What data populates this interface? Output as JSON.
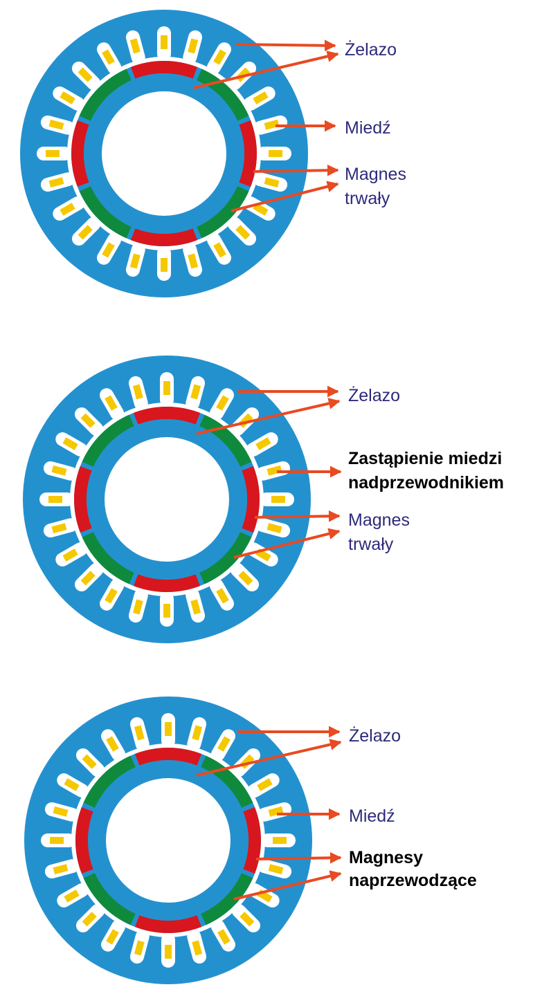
{
  "colors": {
    "iron": "#2491cf",
    "magnet_red": "#d8161e",
    "magnet_green": "#0f8a3c",
    "copper": "#f5c800",
    "arrow": "#e84a22",
    "label": "#2e2a7a",
    "label_bold": "#000000"
  },
  "diagrams": [
    {
      "labels": [
        {
          "lines": [
            "Żelazo"
          ],
          "bold": false
        },
        {
          "lines": [
            "Miedź"
          ],
          "bold": false
        },
        {
          "lines": [
            "Magnes",
            "trwały"
          ],
          "bold": false
        }
      ]
    },
    {
      "labels": [
        {
          "lines": [
            "Żelazo"
          ],
          "bold": false
        },
        {
          "lines": [
            "Zastąpienie miedzi",
            "nadprzewodnikiem"
          ],
          "bold": true
        },
        {
          "lines": [
            "Magnes",
            "trwały"
          ],
          "bold": false
        }
      ]
    },
    {
      "labels": [
        {
          "lines": [
            "Żelazo"
          ],
          "bold": false
        },
        {
          "lines": [
            "Miedź"
          ],
          "bold": false
        },
        {
          "lines": [
            "Magnesy",
            "naprzewodzące"
          ],
          "bold": true
        }
      ]
    }
  ]
}
